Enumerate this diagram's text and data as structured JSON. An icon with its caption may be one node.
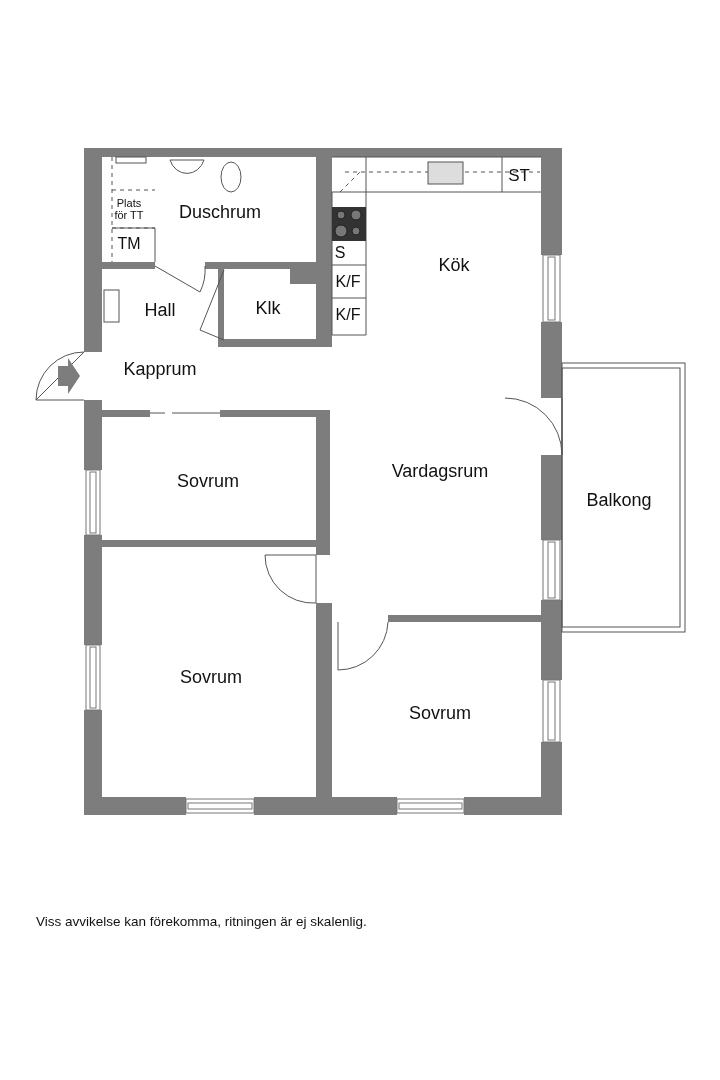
{
  "diagram": {
    "caption": "Viss avvikelse kan förekomma, ritningen är ej skalenlig.",
    "labels": [
      "ST",
      "Plats för TT",
      "Duschrum",
      "TM",
      "S",
      "Kök",
      "K/F",
      "Klk",
      "Hall",
      "K/F",
      "Kapprum",
      "Sovrum",
      "Vardagsrum",
      "Balkong",
      "Sovrum",
      "Sovrum"
    ]
  }
}
